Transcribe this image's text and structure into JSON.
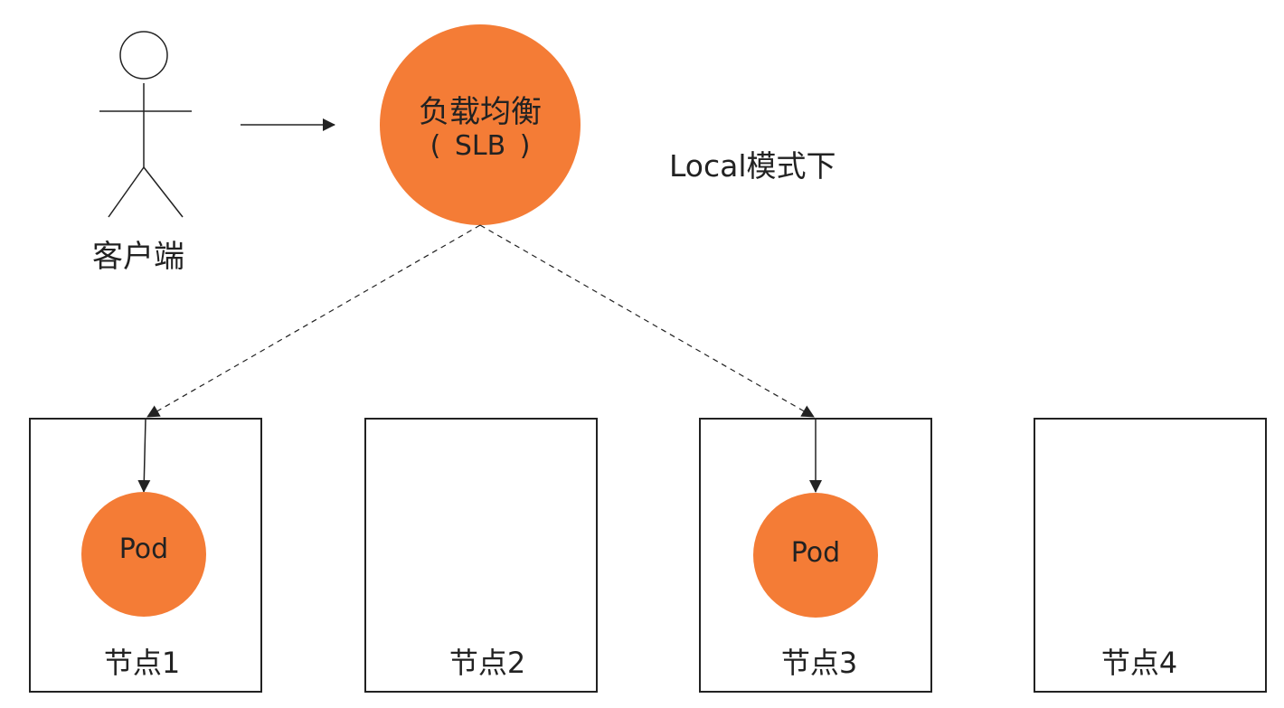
{
  "diagram": {
    "title": "Local模式下",
    "client": {
      "label": "客户端",
      "icon": "stick-figure-icon"
    },
    "load_balancer": {
      "title": "负载均衡",
      "subtitle": "( SLB )",
      "color": "#f47c36"
    },
    "nodes": [
      {
        "label": "节点1",
        "pod": "Pod"
      },
      {
        "label": "节点2",
        "pod": null
      },
      {
        "label": "节点3",
        "pod": "Pod"
      },
      {
        "label": "节点4",
        "pod": null
      }
    ],
    "connections": [
      {
        "from": "client",
        "to": "load_balancer",
        "style": "solid"
      },
      {
        "from": "load_balancer",
        "to": "节点1",
        "style": "dashed"
      },
      {
        "from": "load_balancer",
        "to": "节点3",
        "style": "dashed"
      },
      {
        "from": "节点1",
        "to": "Pod",
        "style": "solid"
      },
      {
        "from": "节点3",
        "to": "Pod",
        "style": "solid"
      }
    ],
    "colors": {
      "pod": "#f47c36",
      "stroke": "#222222"
    }
  }
}
